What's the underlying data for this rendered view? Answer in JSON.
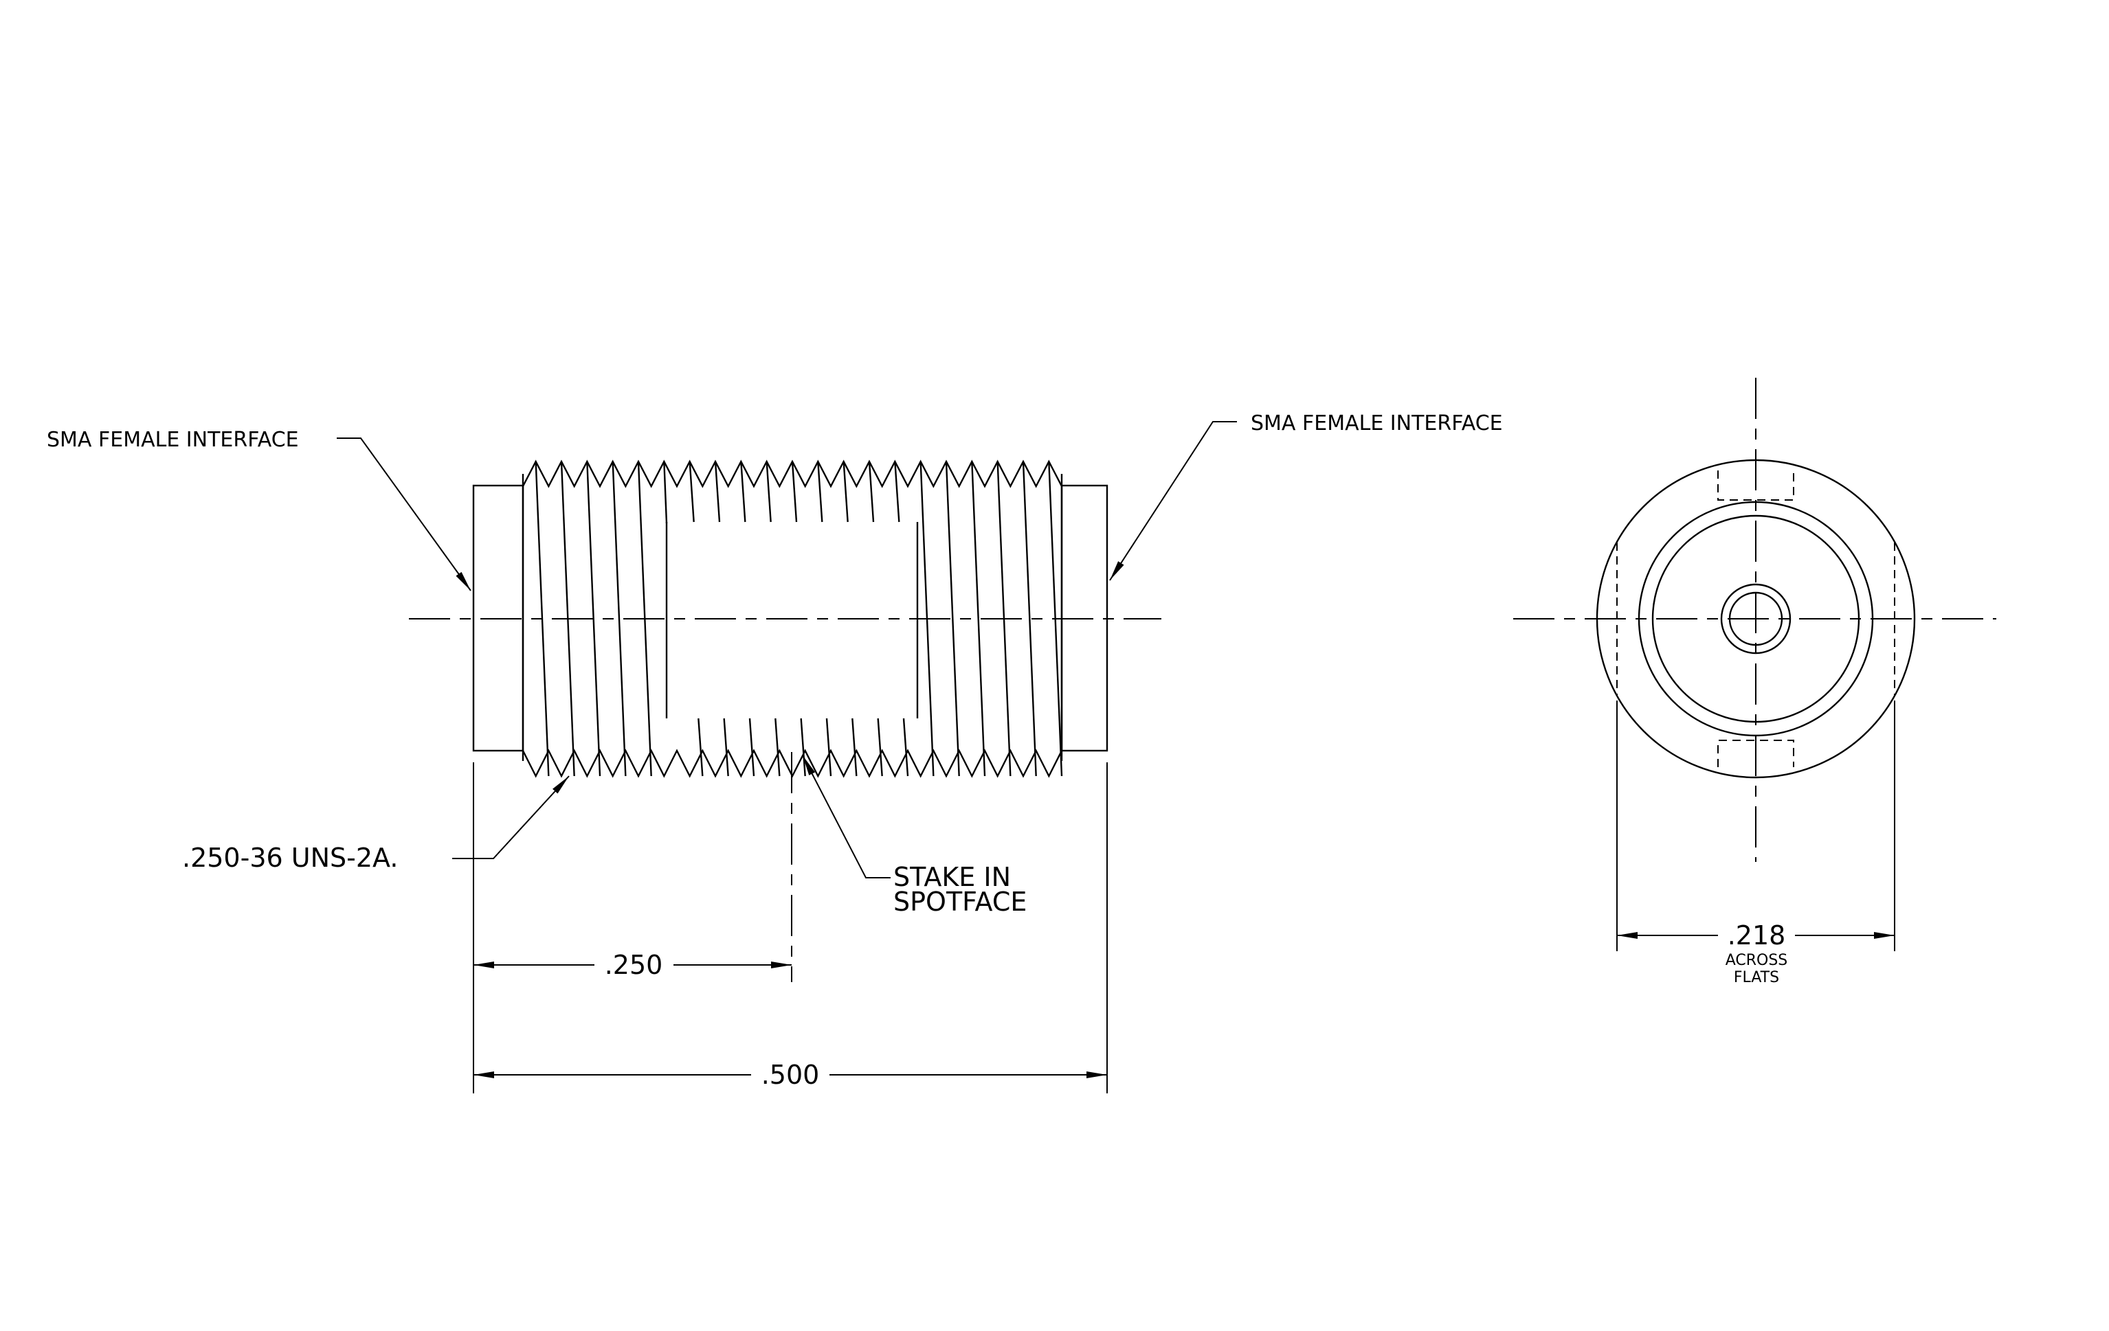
{
  "labels": {
    "sma_left": "SMA FEMALE INTERFACE",
    "sma_right": "SMA FEMALE INTERFACE",
    "thread_spec": ".250-36 UNS-2A.",
    "stake_line1": "STAKE IN",
    "stake_line2": "SPOTFACE",
    "dim_250": ".250",
    "dim_500": ".500",
    "dim_218": ".218",
    "across": "ACROSS",
    "flats": "FLATS"
  }
}
